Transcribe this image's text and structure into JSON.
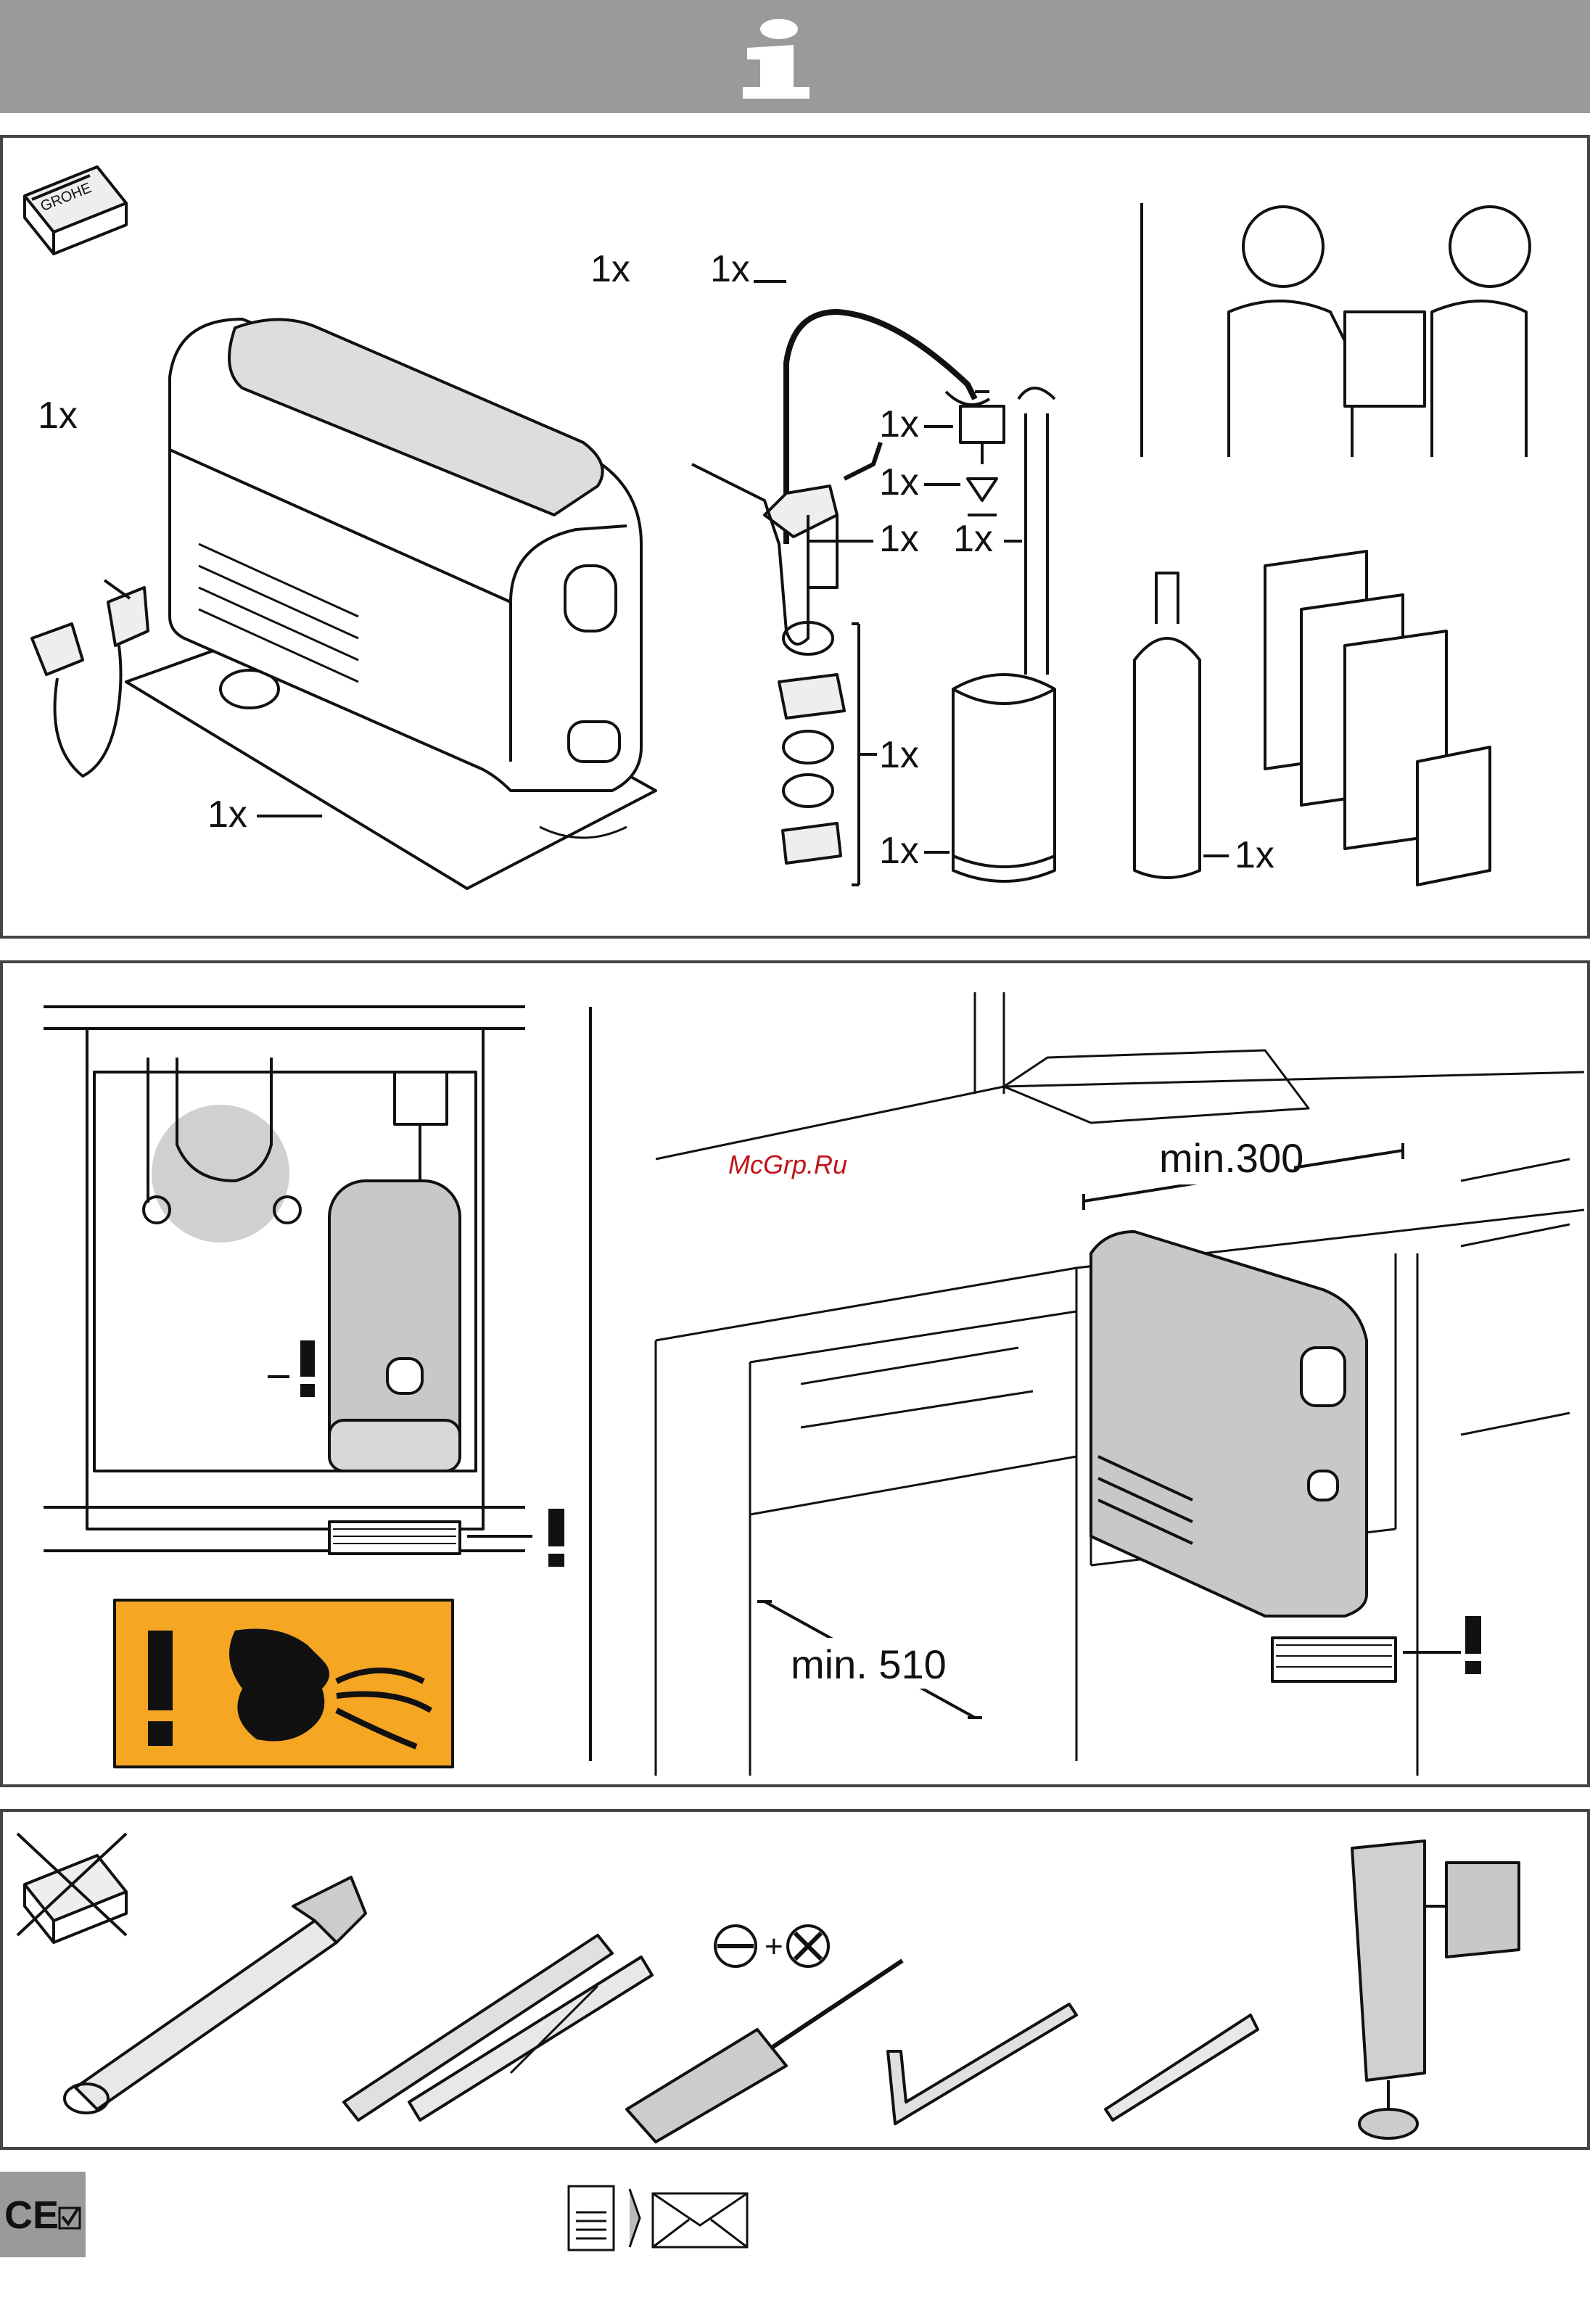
{
  "header": {
    "icon": "info-i-icon"
  },
  "contents_panel": {
    "qty_label": "1x",
    "items": [
      {
        "name": "filter-cooler-unit",
        "qty": "1x"
      },
      {
        "name": "power-cable",
        "qty": "1x"
      },
      {
        "name": "base-mat",
        "qty": "1x"
      },
      {
        "name": "kitchen-mixer-tap",
        "qty": "1x"
      },
      {
        "name": "tee-valve",
        "qty": "1x"
      },
      {
        "name": "check-valve",
        "qty": "1x"
      },
      {
        "name": "connection-pipe",
        "qty": "1x"
      },
      {
        "name": "flex-hose",
        "qty": "1x"
      },
      {
        "name": "mounting-seals",
        "qty": "1x"
      },
      {
        "name": "filter-cartridge",
        "qty": "1x"
      },
      {
        "name": "co2-bottle",
        "qty": "1x"
      }
    ]
  },
  "install_panel": {
    "watermark": "McGrp.Ru",
    "min_width": "min.300",
    "min_depth": "min. 510",
    "warning_mark": "!",
    "logo_text": "GROHE"
  },
  "tools_panel": {
    "tools": [
      "adjustable-wrench",
      "folding-ruler",
      "screwdriver",
      "allen-key",
      "pencil",
      "drill"
    ],
    "screwdriver_plus": "+"
  },
  "footer": {
    "ce_mark": "CE"
  }
}
